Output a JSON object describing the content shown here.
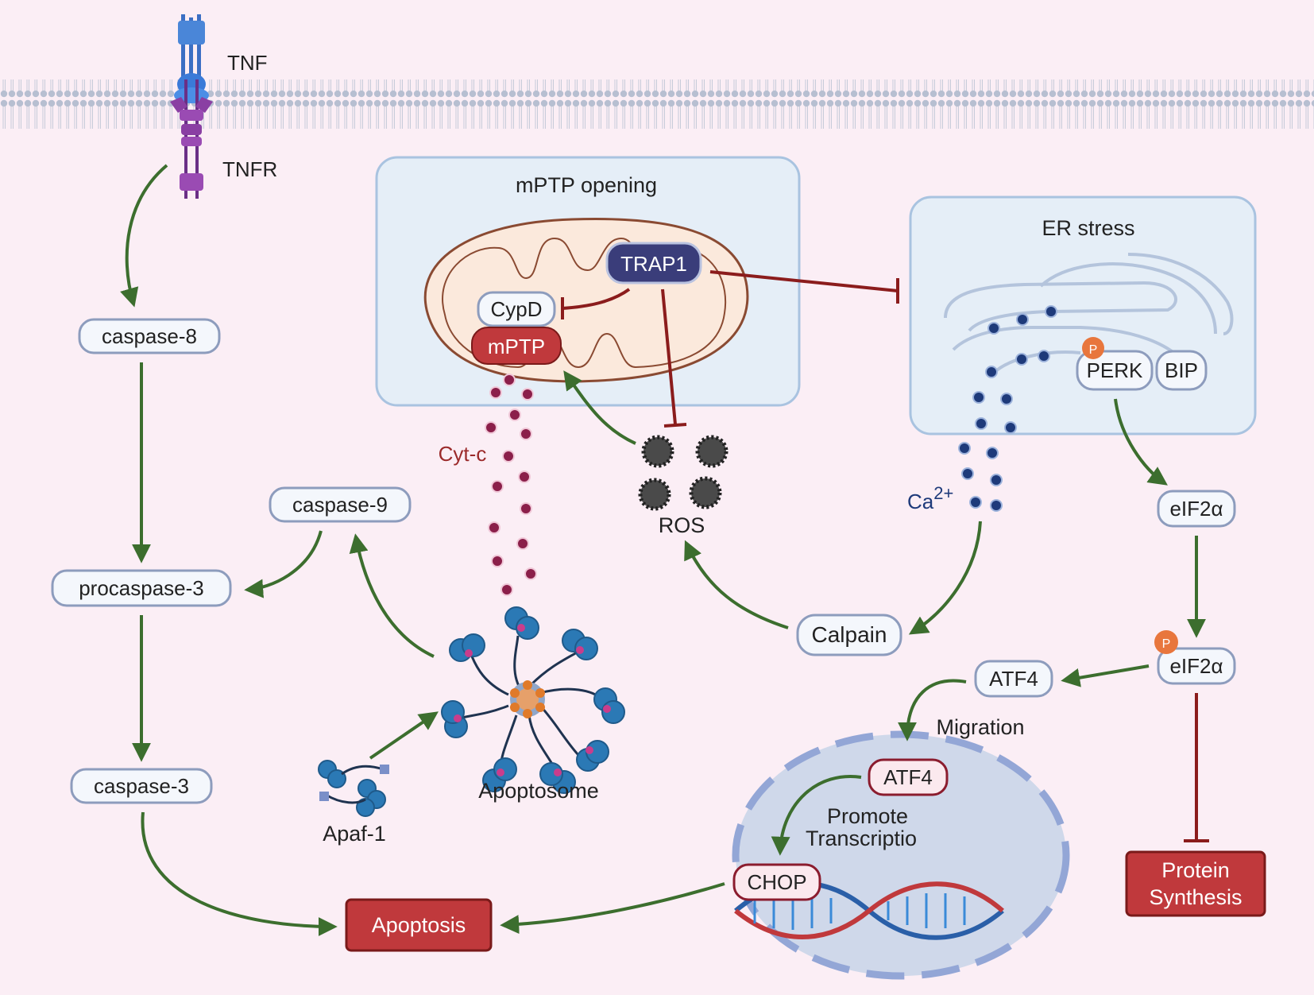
{
  "colors": {
    "background": "#fbeef5",
    "activation_arrow": "#3c6e2e",
    "inhibition": "#8b1c1c",
    "node_border": "#8d9cbd",
    "node_fill": "#eef3fb",
    "red_box": "#c0393c",
    "trap1": "#3a3d7a",
    "cyt_c": "#8b1f4a",
    "calcium": "#1e3a7a",
    "phospho": "#e8763d"
  },
  "membrane": {
    "ligand": "TNF",
    "receptor": "TNFR"
  },
  "extrinsic_pathway": {
    "caspase8": "caspase-8",
    "procaspase3": "procaspase-3",
    "caspase3": "caspase-3",
    "caspase9": "caspase-9"
  },
  "mitochondria_panel": {
    "title": "mPTP opening",
    "trap1": "TRAP1",
    "cypd": "CypD",
    "mptp": "mPTP",
    "cyt_c": "Cyt-c",
    "ros": "ROS"
  },
  "er_panel": {
    "title": "ER stress",
    "perk": "PERK",
    "bip": "BIP",
    "phospho": "P",
    "calcium_base": "Ca",
    "calcium_charge": "2+"
  },
  "cytoplasm": {
    "calpain": "Calpain",
    "eif2a": "eIF2α",
    "eif2a_p": "eIF2α",
    "atf4": "ATF4",
    "migration": "Migration",
    "apoptosome": "Apoptosome",
    "apaf1": "Apaf-1"
  },
  "nucleus": {
    "atf4": "ATF4",
    "promote_line1": "Promote",
    "promote_line2": "Transcriptio",
    "chop": "CHOP"
  },
  "outcomes": {
    "apoptosis": "Apoptosis",
    "protein_line1": "Protein",
    "protein_line2": "Synthesis"
  }
}
